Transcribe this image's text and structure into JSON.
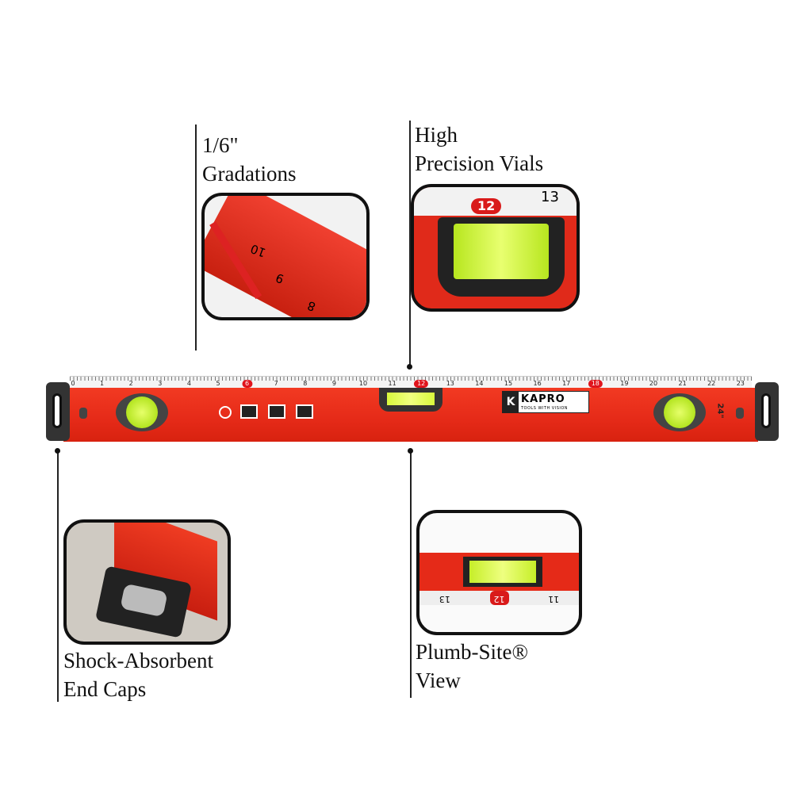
{
  "callouts": {
    "gradations": {
      "line1": "1/6\"",
      "line2": "Gradations"
    },
    "vials": {
      "line1": "High",
      "line2": "Precision Vials"
    },
    "endcaps": {
      "line1": "Shock-Absorbent",
      "line2": "End Caps"
    },
    "plumb": {
      "line1": "Plumb-Site®",
      "line2": "View"
    }
  },
  "level": {
    "brand": "KAPRO",
    "tagline": "TOOLS WITH VISION",
    "length_mark": "24\"",
    "ruler": [
      "0",
      "1",
      "2",
      "3",
      "4",
      "5",
      "6",
      "7",
      "8",
      "9",
      "10",
      "11",
      "12",
      "13",
      "14",
      "15",
      "16",
      "17",
      "18",
      "19",
      "20",
      "21",
      "22",
      "23"
    ],
    "ruler_highlight": [
      "6",
      "12",
      "18"
    ],
    "colors": {
      "body": "#e52a18",
      "vial": "#c8f030",
      "cap": "#333333"
    }
  },
  "insets": {
    "vial_numbers": [
      "12",
      "13"
    ],
    "plumb_numbers": [
      "13",
      "12",
      "11"
    ],
    "grad_numbers": [
      "10",
      "9",
      "8"
    ]
  }
}
